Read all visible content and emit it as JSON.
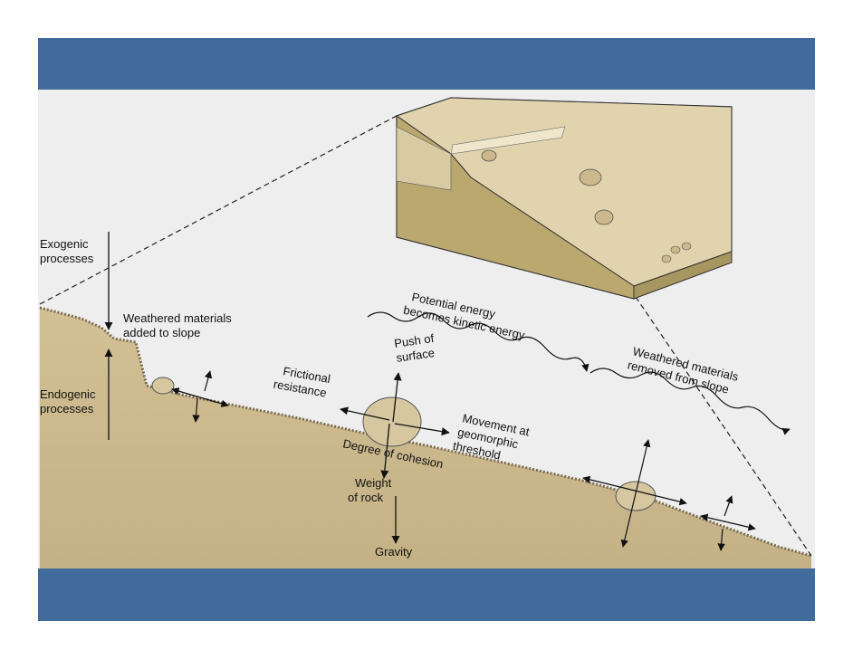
{
  "labels": {
    "exogenic": [
      "Exogenic",
      "processes"
    ],
    "endogenic": [
      "Endogenic",
      "processes"
    ],
    "weathered_added": [
      "Weathered materials",
      "added to slope"
    ],
    "potential_energy": [
      "Potential energy",
      "becomes kinetic energy"
    ],
    "push_of_surface": [
      "Push of",
      "surface"
    ],
    "frictional_resistance": [
      "Frictional",
      "resistance"
    ],
    "weathered_removed": [
      "Weathered materials",
      "removed from slope"
    ],
    "movement_threshold": [
      "Movement at",
      "geomorphic",
      "threshold"
    ],
    "degree_of_cohesion": "Degree of cohesion",
    "weight_of_rock": [
      "Weight",
      "of rock"
    ],
    "gravity": "Gravity"
  },
  "colors": {
    "band": "#416b9b",
    "background": "#eeeeee",
    "ground": "#c8b68c",
    "ground_light": "#d9c9a3",
    "rock": "#d6c7a0",
    "block_top": "#e1d3ac",
    "block_side": "#bfae78"
  }
}
